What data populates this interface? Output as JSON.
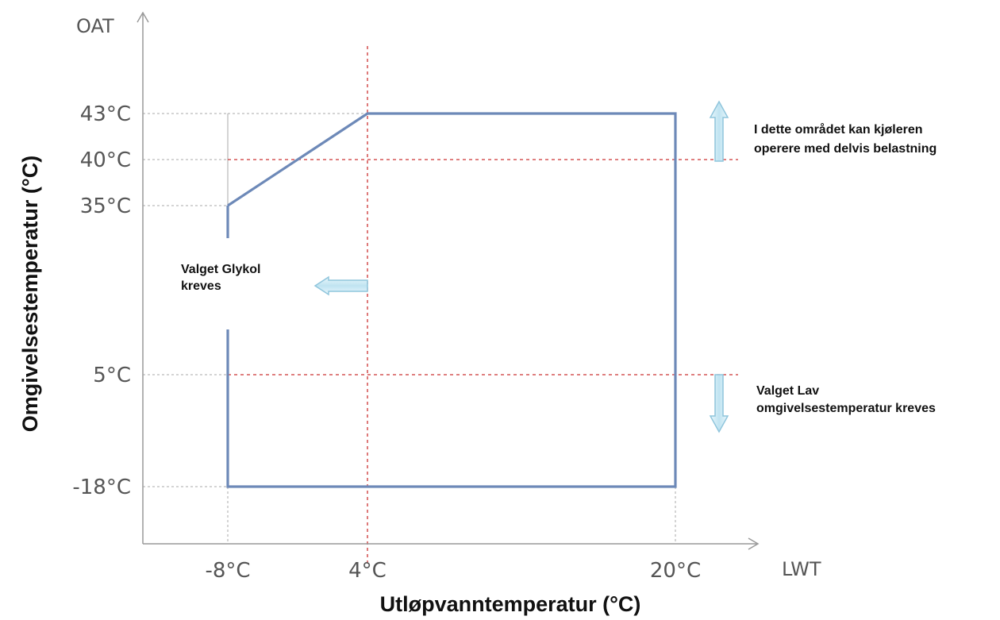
{
  "chart_data": {
    "type": "area",
    "title": "",
    "xlabel": "Utløpvanntemperatur (°C)",
    "ylabel": "Omgivelsestemperatur (°C)",
    "x_axis_name": "LWT",
    "y_axis_name": "OAT",
    "x_ticks": [
      {
        "value": -8,
        "label": "-8°C"
      },
      {
        "value": 4,
        "label": "4°C"
      },
      {
        "value": 20,
        "label": "20°C"
      }
    ],
    "y_ticks": [
      {
        "value": 43,
        "label": "43°C"
      },
      {
        "value": 40,
        "label": "40°C"
      },
      {
        "value": 35,
        "label": "35°C"
      },
      {
        "value": 5,
        "label": "5°C"
      },
      {
        "value": -18,
        "label": "-18°C"
      }
    ],
    "operating_envelope": {
      "x": [
        -8,
        4,
        20,
        20,
        -8,
        -8
      ],
      "y": [
        35,
        43,
        43,
        -18,
        -18,
        35
      ]
    },
    "reference_lines": [
      {
        "axis": "x",
        "value": 4,
        "color": "#cc3333"
      },
      {
        "axis": "y",
        "value": 40,
        "color": "#cc3333"
      },
      {
        "axis": "y",
        "value": 5,
        "color": "#cc3333"
      }
    ],
    "annotations": {
      "partial_load": "I dette området kan kjøleren operere med delvis belastning",
      "glycol": "Valget Glykol kreves",
      "low_ambient": "Valget Lav omgivelsestemperatur kreves"
    },
    "colors": {
      "envelope": "#6d89b8",
      "reference": "#cc3333",
      "arrow_fill": "#c5e6f2",
      "arrow_stroke": "#8fc5dc",
      "axis": "#999999"
    }
  }
}
